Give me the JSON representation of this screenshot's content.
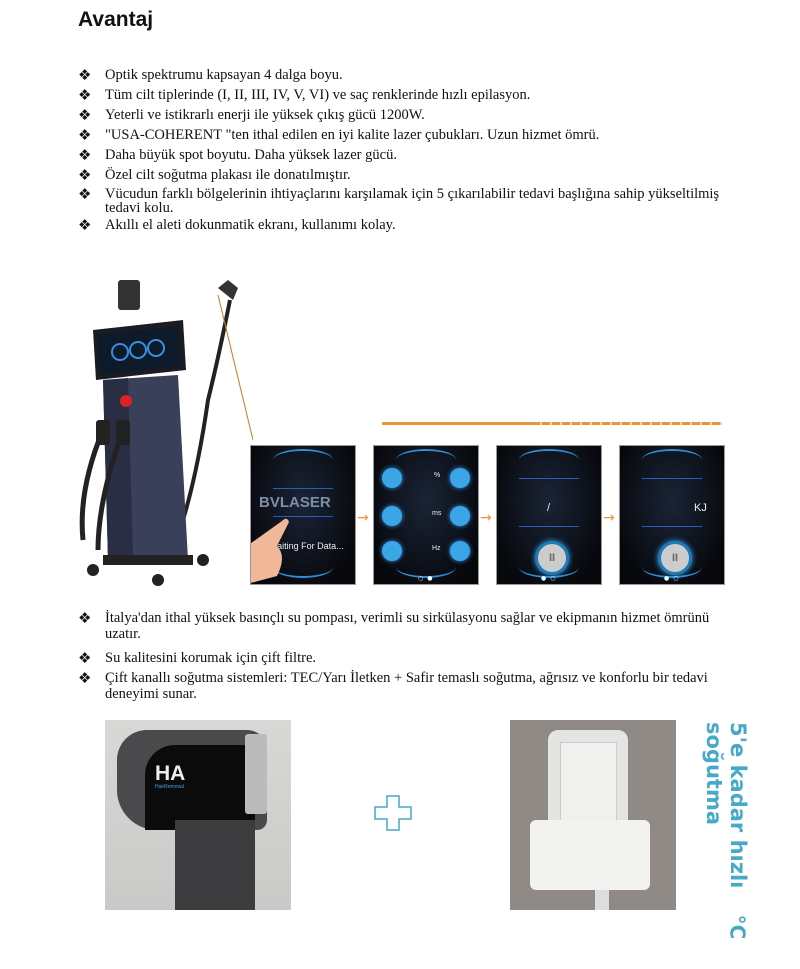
{
  "title": "Avantaj",
  "bullet_icon": "diamond-bullet-icon",
  "features": [
    "Optik spektrumu kapsayan 4 dalga boyu.",
    "Tüm cilt tiplerinde (I, II, III, IV, V, VI) ve saç renklerinde hızlı epilasyon.",
    "Yeterli ve istikrarlı enerji ile yüksek çıkış gücü 1200W.",
    "\"USA-COHERENT \"ten ithal edilen en iyi kalite lazer çubukları. Uzun hizmet ömrü.",
    "Daha büyük spot boyutu. Daha yüksek lazer gücü.",
    "Özel cilt soğutma plakası ile donatılmıştır.",
    "Vücudun farklı bölgelerinin ihtiyaçlarını karşılamak için 5 çıkarılabilir tedavi başlığına sahip yükseltilmiş tedavi kolu.",
    "Akıllı el aleti dokunmatik ekranı, kullanımı kolay."
  ],
  "screens": {
    "brand": "BVLASER",
    "waiting": "Waiting For Data...",
    "units": [
      "%",
      "ms",
      "Hz"
    ],
    "slash": "/",
    "kj": "KJ"
  },
  "features2": [
    "İtalya'dan ithal yüksek basınçlı su pompası, verimli su sirkülasyonu sağlar ve ekipmanın hizmet ömrünü uzatır.",
    "Su kalitesini korumak için çift filtre.",
    "Çift kanallı soğutma sistemleri: TEC/Yarı İletken + Safir temaslı soğutma, ağrısız ve konforlu bir tedavi deneyimi sunar."
  ],
  "handpiece_logo": "HA",
  "handpiece_sub": "HairRemoval",
  "cooling_text": [
    "5'e kadar hızlı",
    "soğutma"
  ],
  "temp_unit": "°C",
  "accent": "#45a9c8"
}
